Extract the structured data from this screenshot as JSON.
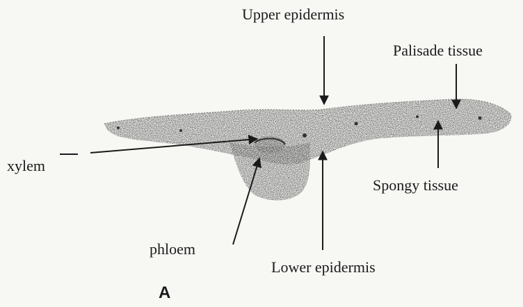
{
  "labels": {
    "upper_epidermis": "Upper epidermis",
    "palisade_tissue": "Palisade tissue",
    "xylem": "xylem",
    "spongy_tissue": "Spongy tissue",
    "phloem": "phloem",
    "lower_epidermis": "Lower epidermis"
  },
  "figure_letter": "A"
}
